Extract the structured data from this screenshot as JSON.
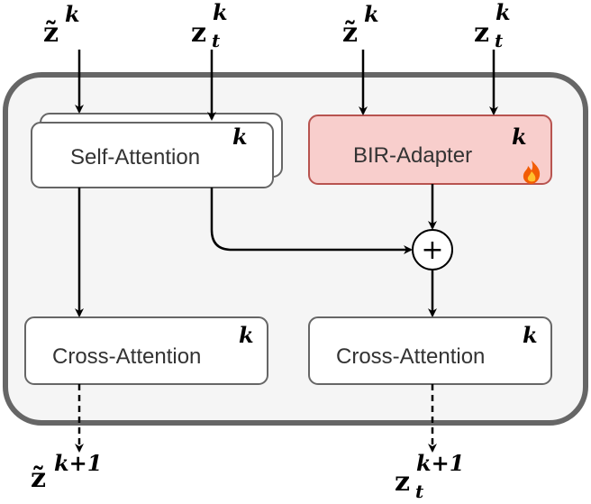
{
  "inputs": {
    "left_z_tilde": {
      "base": "z̃",
      "sup": "k"
    },
    "left_z_t": {
      "base": "z",
      "sub": "t",
      "sup": "k"
    },
    "right_z_tilde": {
      "base": "z̃",
      "sup": "k"
    },
    "right_z_t": {
      "base": "z",
      "sub": "t",
      "sup": "k"
    }
  },
  "blocks": {
    "self_attention": {
      "label": "Self-Attention",
      "sup": "k"
    },
    "bir_adapter": {
      "label": "BIR-Adapter",
      "sup": "k",
      "icon": "fire-icon"
    },
    "cross_attention_left": {
      "label": "Cross-Attention",
      "sup": "k"
    },
    "cross_attention_right": {
      "label": "Cross-Attention",
      "sup": "k"
    },
    "sum": {
      "symbol": "+"
    }
  },
  "outputs": {
    "left_z_tilde": {
      "base": "z̃",
      "sup": "k+1"
    },
    "right_z_t": {
      "base": "z",
      "sub": "t",
      "sup": "k+1"
    }
  },
  "colors": {
    "container_stroke": "#666666",
    "container_fill": "#f5f5f5",
    "adapter_fill": "#f8cecc",
    "adapter_stroke": "#b85450",
    "box_stroke": "#666666"
  }
}
